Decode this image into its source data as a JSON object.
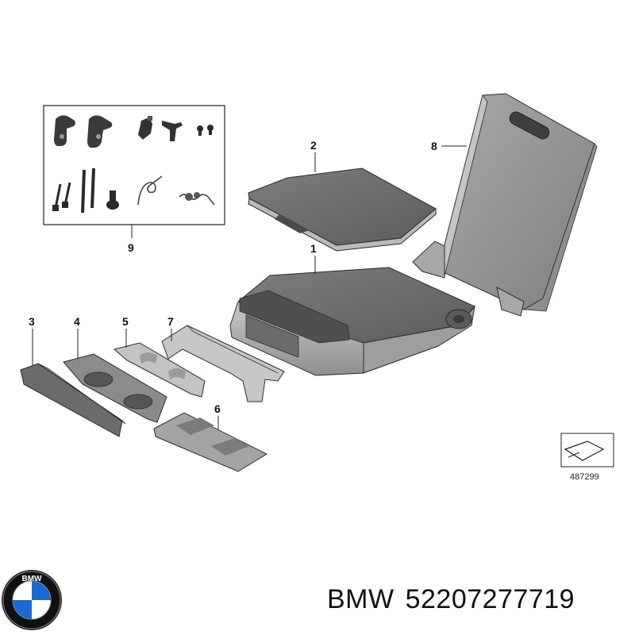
{
  "diagram": {
    "callouts": [
      "1",
      "2",
      "3",
      "4",
      "5",
      "6",
      "7",
      "8",
      "9"
    ],
    "reference_number": "487299"
  },
  "footer": {
    "brand": "BMW",
    "part_number": "52207277719",
    "logo_text": "BMW"
  },
  "colors": {
    "part_dark": "#5f6061",
    "part_mid": "#8a8b8c",
    "part_light": "#b9babb",
    "outline": "#2b2b2b",
    "bmw_blue": "#1c69d4"
  }
}
